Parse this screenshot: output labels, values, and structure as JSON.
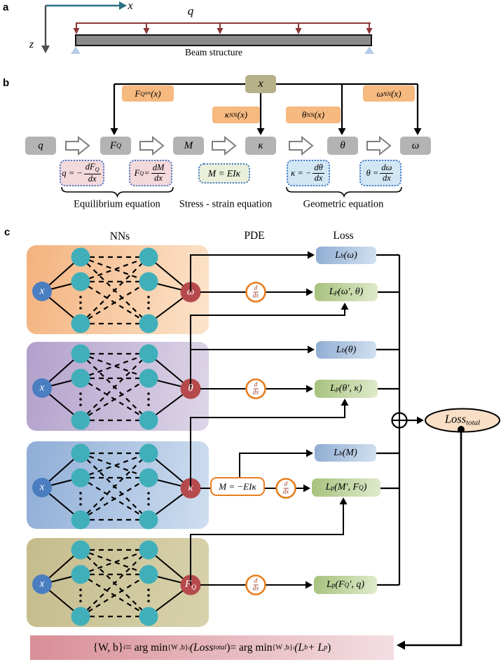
{
  "colors": {
    "axis": "#2a7083",
    "axis_dark": "#4d4d4d",
    "load": "#8b3838",
    "beam": "#8a8a8a",
    "beam_border": "#141414",
    "support": "#b7cce6",
    "input_node": "#4a7ec0",
    "hidden_node": "#41afba",
    "output_node": "#b54a4c",
    "pde_orange": "#e87d1e",
    "loss_total_fill": "#f8dfc6",
    "x_box": "#b6b189",
    "orange_label": "#f6b97f",
    "gray_box": "#b3b3b3",
    "frac_red": "#9c3b2b",
    "block_arrow_stroke": "#7f7f7f"
  },
  "panel_a": {
    "label": "a",
    "x_axis_label": "x",
    "z_axis_label": "z",
    "load_label": "q",
    "caption": "Beam  structure"
  },
  "panel_b": {
    "label": "b",
    "input_box": "x",
    "nn_labels": [
      [
        {
          "t": "F"
        },
        {
          "t": "Q ",
          "d": 1
        },
        {
          "t": "NN",
          "d": 2
        },
        {
          "t": " (x)"
        }
      ],
      [
        {
          "t": "κ"
        },
        {
          "t": "NN",
          "d": 1
        },
        {
          "t": " (x)"
        }
      ],
      [
        {
          "t": "θ"
        },
        {
          "t": "NN",
          "d": 1
        },
        {
          "t": " (x)"
        }
      ],
      [
        {
          "t": "ω"
        },
        {
          "t": "NN",
          "d": 1
        },
        {
          "t": " (x)"
        }
      ]
    ],
    "flow_boxes": [
      [
        {
          "t": "q"
        }
      ],
      [
        {
          "t": "F"
        },
        {
          "t": "Q",
          "d": 1
        }
      ],
      [
        {
          "t": "M"
        }
      ],
      [
        {
          "t": "κ"
        }
      ],
      [
        {
          "t": "θ"
        }
      ],
      [
        {
          "t": "ω"
        }
      ]
    ],
    "equations": [
      [
        {
          "t": "q = −"
        },
        {
          "frac": {
            "num": [
              {
                "t": "dF"
              },
              {
                "t": "Q",
                "d": 1
              }
            ],
            "den": [
              {
                "t": "dx"
              }
            ]
          }
        }
      ],
      [
        {
          "t": "F"
        },
        {
          "t": "Q",
          "d": 1
        },
        {
          "t": " = "
        },
        {
          "frac": {
            "num": [
              {
                "t": "dM"
              }
            ],
            "den": [
              {
                "t": "dx"
              }
            ]
          }
        }
      ],
      [
        {
          "t": "M = EIκ"
        }
      ],
      [
        {
          "t": "κ = −"
        },
        {
          "frac": {
            "num": [
              {
                "t": "dθ"
              }
            ],
            "den": [
              {
                "t": "dx"
              }
            ]
          }
        }
      ],
      [
        {
          "t": "θ = "
        },
        {
          "frac": {
            "num": [
              {
                "t": "dω"
              }
            ],
            "den": [
              {
                "t": "dx"
              }
            ]
          }
        }
      ]
    ],
    "group_labels": [
      "Equilibrium equation",
      "Stress - strain equation",
      "Geometric equation"
    ]
  },
  "panel_c": {
    "label": "c",
    "headers": [
      "NNs",
      "PDE",
      "Loss"
    ],
    "networks": [
      {
        "input": "x",
        "output": [
          {
            "t": "ω"
          }
        ]
      },
      {
        "input": "x",
        "output": [
          {
            "t": "θ"
          }
        ]
      },
      {
        "input": "x",
        "output": [
          {
            "t": "κ"
          }
        ]
      },
      {
        "input": "x",
        "output": [
          {
            "t": "F"
          },
          {
            "t": "Q",
            "d": 1
          }
        ]
      }
    ],
    "derivative": {
      "num": "d",
      "den": "dx"
    },
    "moment_eq": [
      {
        "t": "M = −EIκ"
      }
    ],
    "loss_boxes": [
      [
        {
          "t": "L"
        },
        {
          "t": "b",
          "d": 1
        },
        {
          "t": "(ω)"
        }
      ],
      [
        {
          "t": "L"
        },
        {
          "t": "p",
          "d": 1
        },
        {
          "t": "(ω′, θ)"
        }
      ],
      [
        {
          "t": "L"
        },
        {
          "t": "b",
          "d": 1
        },
        {
          "t": "(θ)"
        }
      ],
      [
        {
          "t": "L"
        },
        {
          "t": "p",
          "d": 1
        },
        {
          "t": "(θ′, κ)"
        }
      ],
      [
        {
          "t": "L"
        },
        {
          "t": "b",
          "d": 1
        },
        {
          "t": "(M)"
        }
      ],
      [
        {
          "t": "L"
        },
        {
          "t": "p",
          "d": 1
        },
        {
          "t": "(M′, F"
        },
        {
          "t": "Q",
          "d": 1
        },
        {
          "t": ")"
        }
      ],
      [
        {
          "t": "L"
        },
        {
          "t": "p",
          "d": 1
        },
        {
          "t": "(F"
        },
        {
          "t": "Q",
          "d": 1
        },
        {
          "t": "′, q)"
        }
      ]
    ],
    "loss_total": [
      {
        "t": "Loss"
      },
      {
        "t": "total",
        "d": 1
      }
    ],
    "bottom_equation": [
      {
        "t": "{W, b}",
        "r": 1
      },
      {
        "t": "i",
        "d": 1
      },
      {
        "t": " = arg min ",
        "r": 1
      },
      {
        "t": "{W ,b}",
        "d": 1,
        "r": 1
      },
      {
        "t": "i",
        "d": 2
      },
      {
        "t": "(Loss "
      },
      {
        "t": "total",
        "d": 1
      },
      {
        "t": " )",
        "r": 1
      },
      {
        "t": " = arg min ",
        "r": 1
      },
      {
        "t": "{W ,b}",
        "d": 1,
        "r": 1
      },
      {
        "t": "i",
        "d": 2
      },
      {
        "t": "(L"
      },
      {
        "t": "b",
        "d": 1
      },
      {
        "t": " + L"
      },
      {
        "t": "p",
        "d": 1
      },
      {
        "t": " )",
        "r": 1
      }
    ]
  }
}
